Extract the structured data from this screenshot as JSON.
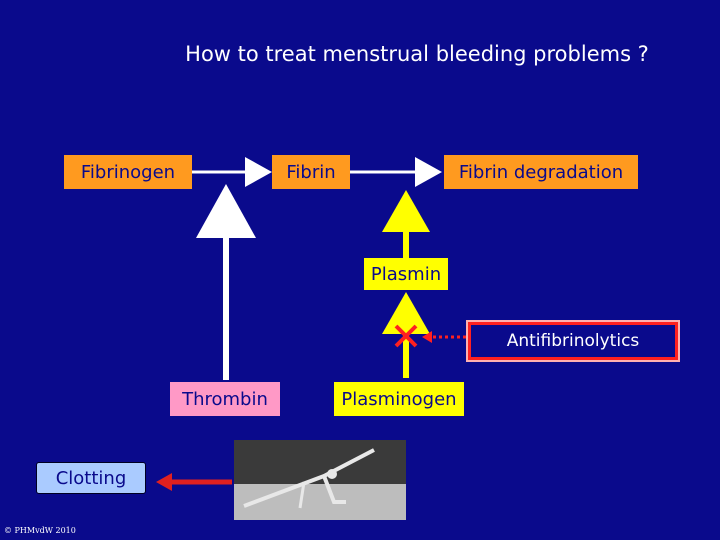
{
  "title": "How to treat menstrual bleeding problems ?",
  "nodes": {
    "fibrinogen": "Fibrinogen",
    "fibrin": "Fibrin",
    "fibrin_degradation": "Fibrin degradation",
    "plasmin": "Plasmin",
    "antifibrinolytics": "Antifibrinolytics",
    "thrombin": "Thrombin",
    "plasminogen": "Plasminogen",
    "clotting": "Clotting"
  },
  "copyright": "© PHMvdW 2010",
  "colors": {
    "background": "#0a0a8c",
    "fibrin_boxes": "#ff9a1f",
    "plasmin_boxes": "#ffff00",
    "thrombin_box": "#ff99c6",
    "clotting_box": "#aacbff",
    "inhibit_arrow": "#ff2020",
    "flow_arrows": "#ffffff",
    "plasmin_arrows": "#ffff00"
  }
}
